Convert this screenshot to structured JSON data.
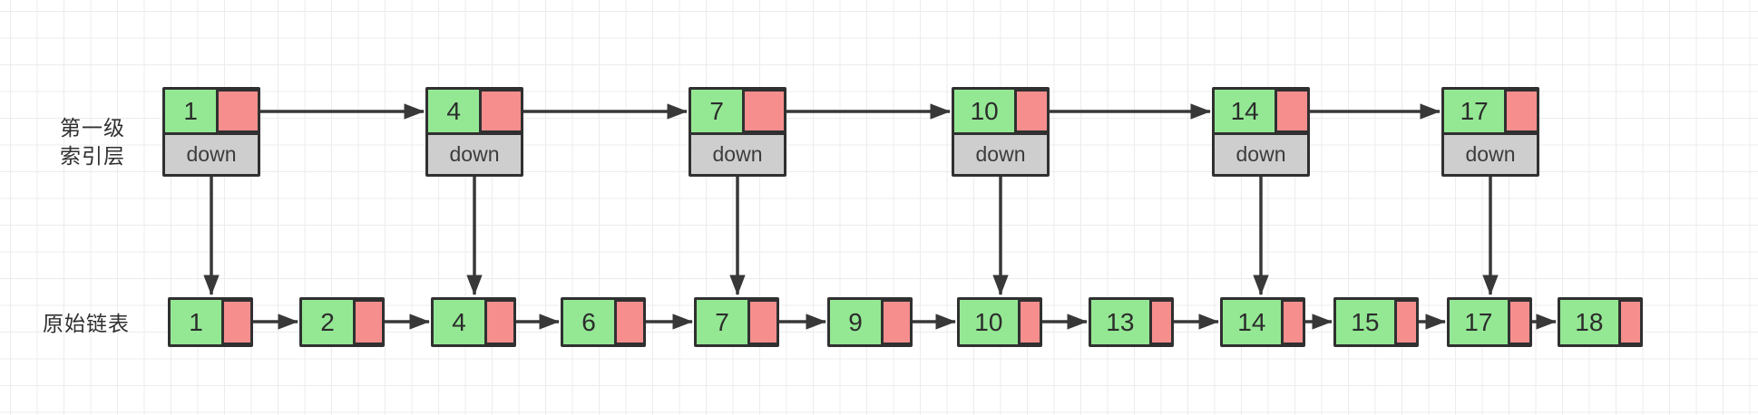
{
  "labels": {
    "index_layer_line1": "第一级",
    "index_layer_line2": "索引层",
    "original_list": "原始链表"
  },
  "index_layer": {
    "nodes": [
      {
        "value": "1",
        "down_label": "down"
      },
      {
        "value": "4",
        "down_label": "down"
      },
      {
        "value": "7",
        "down_label": "down"
      },
      {
        "value": "10",
        "down_label": "down"
      },
      {
        "value": "14",
        "down_label": "down"
      },
      {
        "value": "17",
        "down_label": "down"
      }
    ]
  },
  "linked_list": {
    "nodes": [
      {
        "value": "1"
      },
      {
        "value": "2"
      },
      {
        "value": "4"
      },
      {
        "value": "6"
      },
      {
        "value": "7"
      },
      {
        "value": "9"
      },
      {
        "value": "10"
      },
      {
        "value": "13"
      },
      {
        "value": "14"
      },
      {
        "value": "15"
      },
      {
        "value": "17"
      },
      {
        "value": "18"
      }
    ]
  },
  "colors": {
    "node_green": "#94e894",
    "node_pink": "#f68e8e",
    "down_gray": "#cecece",
    "node_border": "#303030",
    "arrow": "#383838",
    "grid_line": "#ececec",
    "canvas_bg": "#ffffff",
    "text": "#303030"
  }
}
